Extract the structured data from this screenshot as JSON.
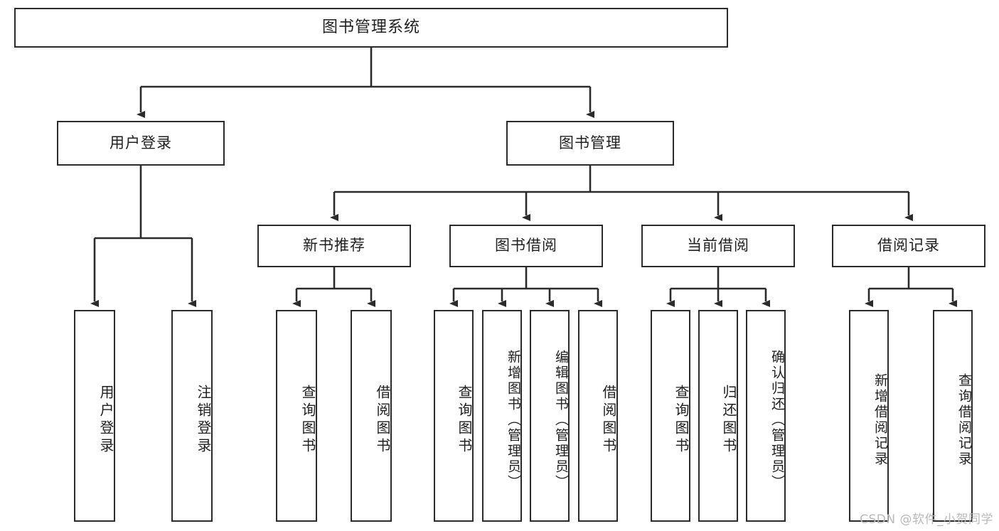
{
  "diagram": {
    "title": "图书管理系统",
    "root": {
      "label": "图书管理系统"
    },
    "level2": [
      {
        "label": "用户登录"
      },
      {
        "label": "图书管理"
      }
    ],
    "level3": [
      {
        "label": "新书推荐"
      },
      {
        "label": "图书借阅"
      },
      {
        "label": "当前借阅"
      },
      {
        "label": "借阅记录"
      }
    ],
    "leaves": {
      "user_login": [
        {
          "label": "用户登录"
        },
        {
          "label": "注销登录"
        }
      ],
      "new_book": [
        {
          "label": "查询图书"
        },
        {
          "label": "借阅图书"
        }
      ],
      "borrow_book": [
        {
          "label": "查询图书"
        },
        {
          "label": "新增图书（管理员）"
        },
        {
          "label": "编辑图书（管理员）"
        },
        {
          "label": "借阅图书"
        }
      ],
      "current_borrow": [
        {
          "label": "查询图书"
        },
        {
          "label": "归还图书"
        },
        {
          "label": "确认归还（管理员）"
        }
      ],
      "borrow_record": [
        {
          "label": "新增借阅记录"
        },
        {
          "label": "查询借阅记录"
        }
      ]
    }
  },
  "watermark": {
    "text": "CSDN @软件_小贺同学"
  },
  "colors": {
    "box_border": "#2b2b2b",
    "box_fill": "#ffffff",
    "line": "#2b2b2b",
    "text": "#1f1f1f",
    "watermark": "#b9b9b9",
    "background": "#ffffff"
  }
}
